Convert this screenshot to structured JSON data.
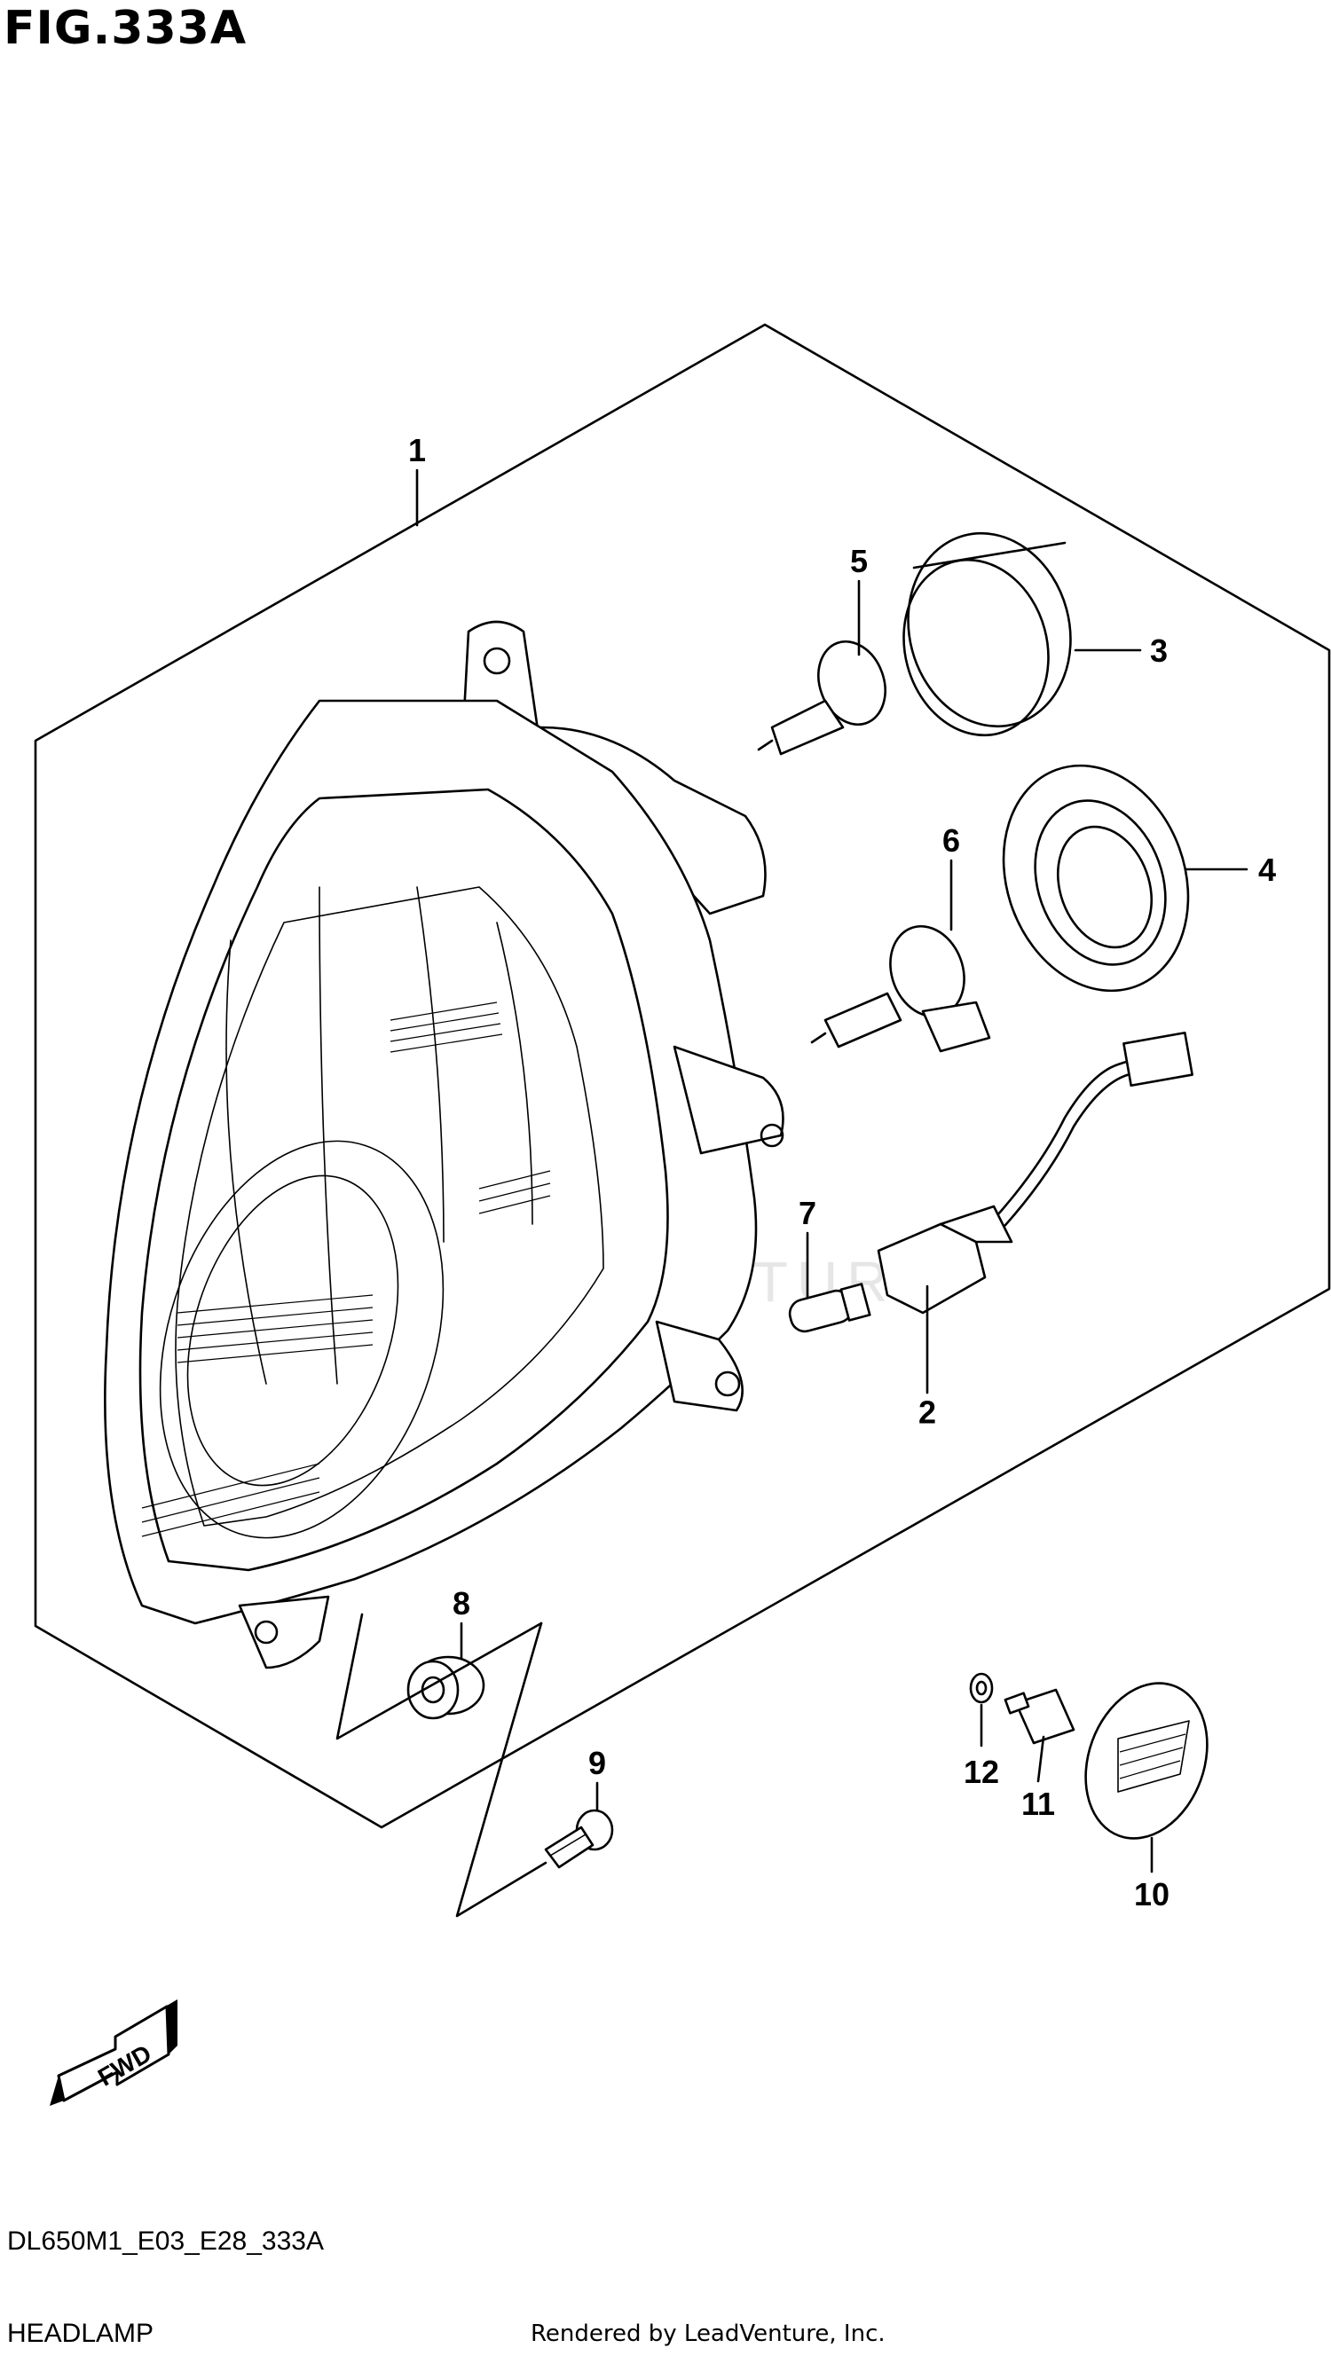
{
  "figure_title": "FIG.333A",
  "diagram_code": "DL650M1_E03_E28_333A",
  "section_name": "HEADLAMP",
  "render_credit": "Rendered by LeadVenture, Inc.",
  "watermark_text": "LEADVENTURE",
  "fwd_label": "FWD",
  "callouts": {
    "c1": "1",
    "c2": "2",
    "c3": "3",
    "c4": "4",
    "c5": "5",
    "c6": "6",
    "c7": "7",
    "c8": "8",
    "c9": "9",
    "c10": "10",
    "c11": "11",
    "c12": "12"
  }
}
